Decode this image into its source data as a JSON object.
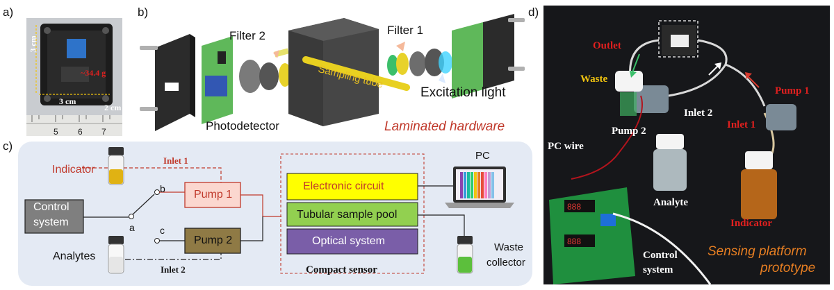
{
  "panel_a": {
    "letter": "a)",
    "height_label": "3 cm",
    "width_label": "3 cm",
    "depth_label": "2 cm",
    "weight_label": "~34.4 g",
    "ruler_numbers": [
      "5",
      "6",
      "7"
    ]
  },
  "panel_b": {
    "letter": "b)",
    "filter2": "Filter 2",
    "filter1": "Filter 1",
    "sampling_tube": "Sampling tube",
    "excitation_light": "Excitation light",
    "photodetector": "Photodetector",
    "laminated_hardware": "Laminated hardware"
  },
  "panel_c": {
    "letter": "c)",
    "indicator": "Indicator",
    "inlet1": "Inlet 1",
    "inlet2": "Inlet 2",
    "control_system": [
      "Control",
      "system"
    ],
    "switch_a": "a",
    "switch_b": "b",
    "switch_c": "c",
    "pump1": "Pump 1",
    "pump2": "Pump 2",
    "analytes": "Analytes",
    "electronic_circuit": "Electronic circuit",
    "tubular_sample_pool": "Tubular sample pool",
    "optical_system": "Optical system",
    "compact_sensor": "Compact sensor",
    "pc": "PC",
    "waste_collector": [
      "Waste",
      "collector"
    ]
  },
  "panel_d": {
    "letter": "d)",
    "outlet": "Outlet",
    "waste": "Waste",
    "inlet2": "Inlet 2",
    "pump1": "Pump 1",
    "inlet1": "Inlet 1",
    "pump2": "Pump 2",
    "pc_wire": "PC wire",
    "analyte": "Analyte",
    "indicator": "Indicator",
    "control_system": [
      "Control",
      "system"
    ],
    "platform_title": [
      "Sensing platform",
      "prototype"
    ]
  },
  "colors": {
    "accent_red": "#c0392b",
    "pump1_fill": "#fbd7cf",
    "pump2_fill": "#8f7a45",
    "electronic_fill": "#ffff00",
    "tubular_fill": "#92d050",
    "optical_fill": "#7a5ea8",
    "panel_c_bg": "#e4eaf4",
    "platform_title": "#e67e22"
  }
}
